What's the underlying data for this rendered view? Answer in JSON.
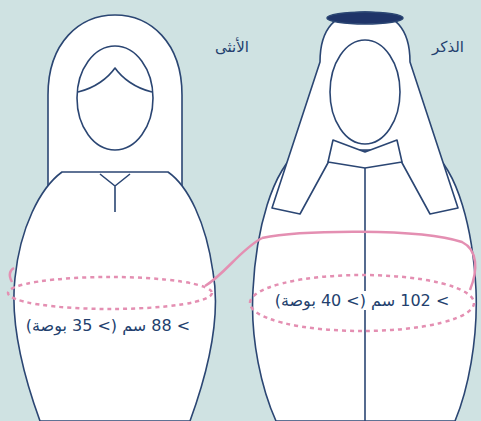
{
  "diagram": {
    "labels": [
      "الأنثى",
      "الذكر",
      "> 88 سم (> 35 بوصة)",
      "> 102 سم (> 40 بوصة)"
    ]
  }
}
